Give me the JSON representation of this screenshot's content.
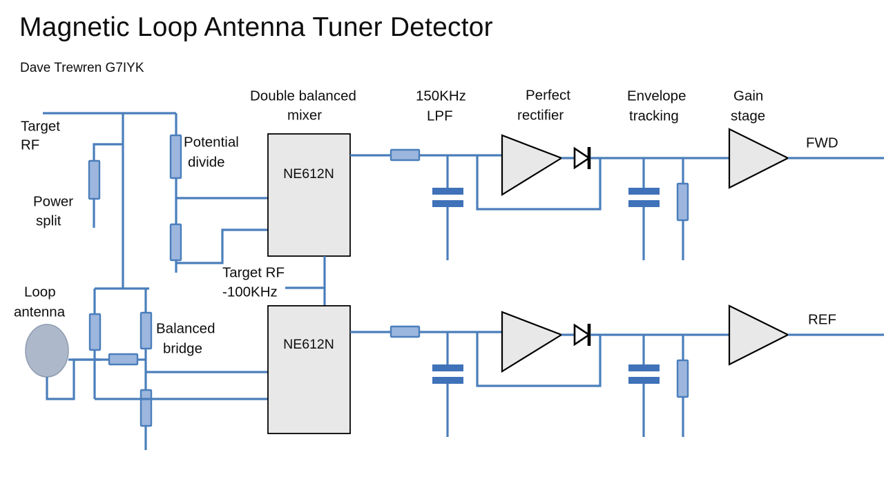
{
  "slide": {
    "title": "Magnetic Loop Antenna Tuner Detector",
    "author": "Dave Trewren G7IYK",
    "background": "#ffffff"
  },
  "colors": {
    "wire": "#4a7ebb",
    "resistor_fill": "#9cb6de",
    "capacitor_fill": "#3f72b8",
    "chip_fill": "#e8e8e8",
    "antenna_fill": "#adb9ca",
    "text": "#0d0d0d"
  },
  "stage_labels": {
    "target_rf": "Target\nRF",
    "target_rf_line1": "Target",
    "target_rf_line2": "RF",
    "power_split_line1": "Power",
    "power_split_line2": "split",
    "potential_divide_line1": "Potential",
    "potential_divide_line2": "divide",
    "double_balanced_mixer_line1": "Double balanced",
    "double_balanced_mixer_line2": "mixer",
    "lpf_line1": "150KHz",
    "lpf_line2": "LPF",
    "rectifier_line1": "Perfect",
    "rectifier_line2": "rectifier",
    "envelope_line1": "Envelope",
    "envelope_line2": "tracking",
    "gain_line1": "Gain",
    "gain_line2": "stage",
    "loop_antenna_line1": "Loop",
    "loop_antenna_line2": "antenna",
    "balanced_bridge_line1": "Balanced",
    "balanced_bridge_line2": "bridge",
    "local_osc_line1": "Target RF",
    "local_osc_line2": "-100KHz"
  },
  "components": {
    "mixer_top_label": "NE612N",
    "mixer_bottom_label": "NE612N"
  },
  "outputs": {
    "forward": "FWD",
    "reflected": "REF"
  }
}
